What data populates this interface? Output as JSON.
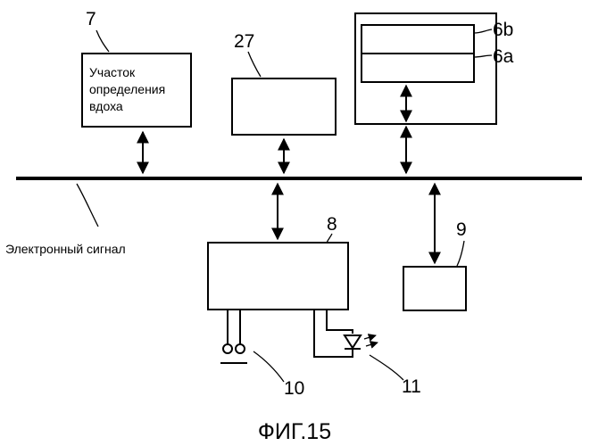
{
  "labels": {
    "n7": "7",
    "n27": "27",
    "n6b": "6b",
    "n6a": "6a",
    "n8": "8",
    "n9": "9",
    "n10": "10",
    "n11": "11",
    "box7_line1": "Участок",
    "box7_line2": "определения",
    "box7_line3": "вдоха",
    "signal": "Электронный сигнал",
    "caption": "ФИГ.15"
  }
}
